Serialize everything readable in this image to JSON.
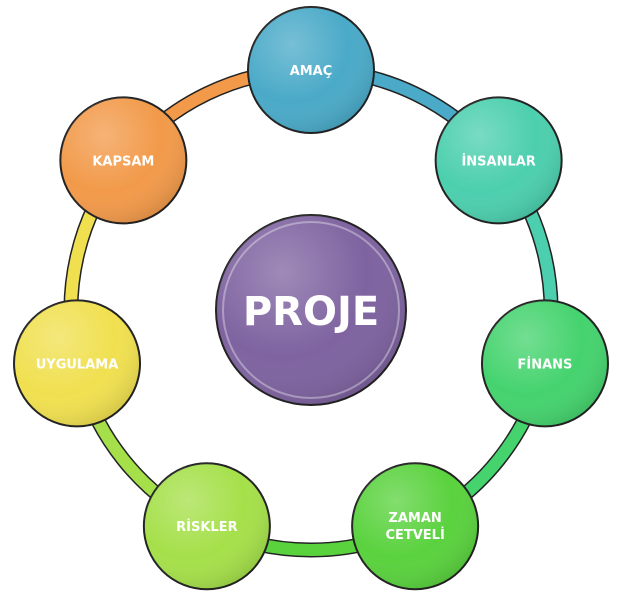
{
  "center": {
    "label": "PROJE",
    "color": "#7e63a0"
  },
  "nodes": [
    {
      "label": "AMAÇ",
      "color": "#4aaac8"
    },
    {
      "label": "İNSANLAR",
      "color": "#4ccfae"
    },
    {
      "label": "FİNANS",
      "color": "#45d36e"
    },
    {
      "label": "ZAMAN CETVELİ",
      "lines": [
        "ZAMAN",
        "CETVELİ"
      ],
      "color": "#5ad23e"
    },
    {
      "label": "RİSKLER",
      "color": "#a5e04a"
    },
    {
      "label": "UYGULAMA",
      "color": "#f0e050"
    },
    {
      "label": "KAPSAM",
      "color": "#f29a4a"
    }
  ]
}
